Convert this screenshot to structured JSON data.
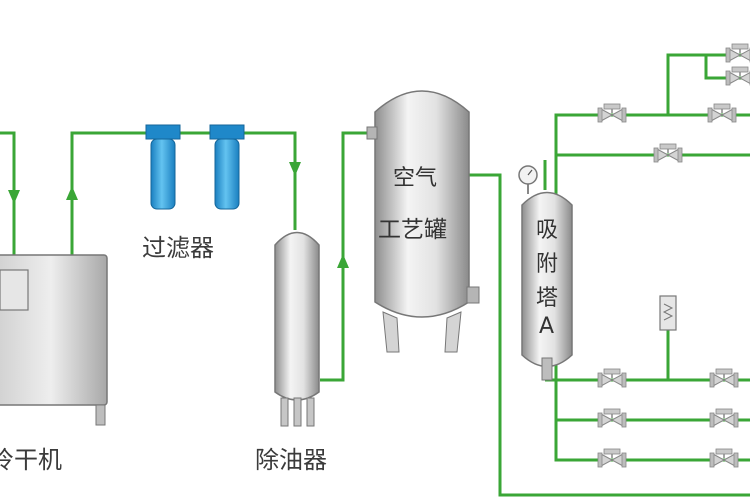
{
  "labels": {
    "dryer": "冷干机",
    "filter": "过滤器",
    "oil_remover": "除油器",
    "tank_line1": "空气",
    "tank_line2": "工艺罐",
    "tower_line1": "吸",
    "tower_line2": "附",
    "tower_line3": "塔",
    "tower_line4": "A"
  },
  "colors": {
    "pipe": "#3aa636",
    "filter_body": "#2b9fd8",
    "vessel_body": "#d9d9d9",
    "vessel_shade": "#9a9a9a",
    "valve": "#b8b8b8",
    "text": "#3b3b3b"
  },
  "icons": [
    "flow-arrow-icon",
    "valve-icon",
    "pressure-gauge-icon",
    "safety-valve-icon"
  ]
}
